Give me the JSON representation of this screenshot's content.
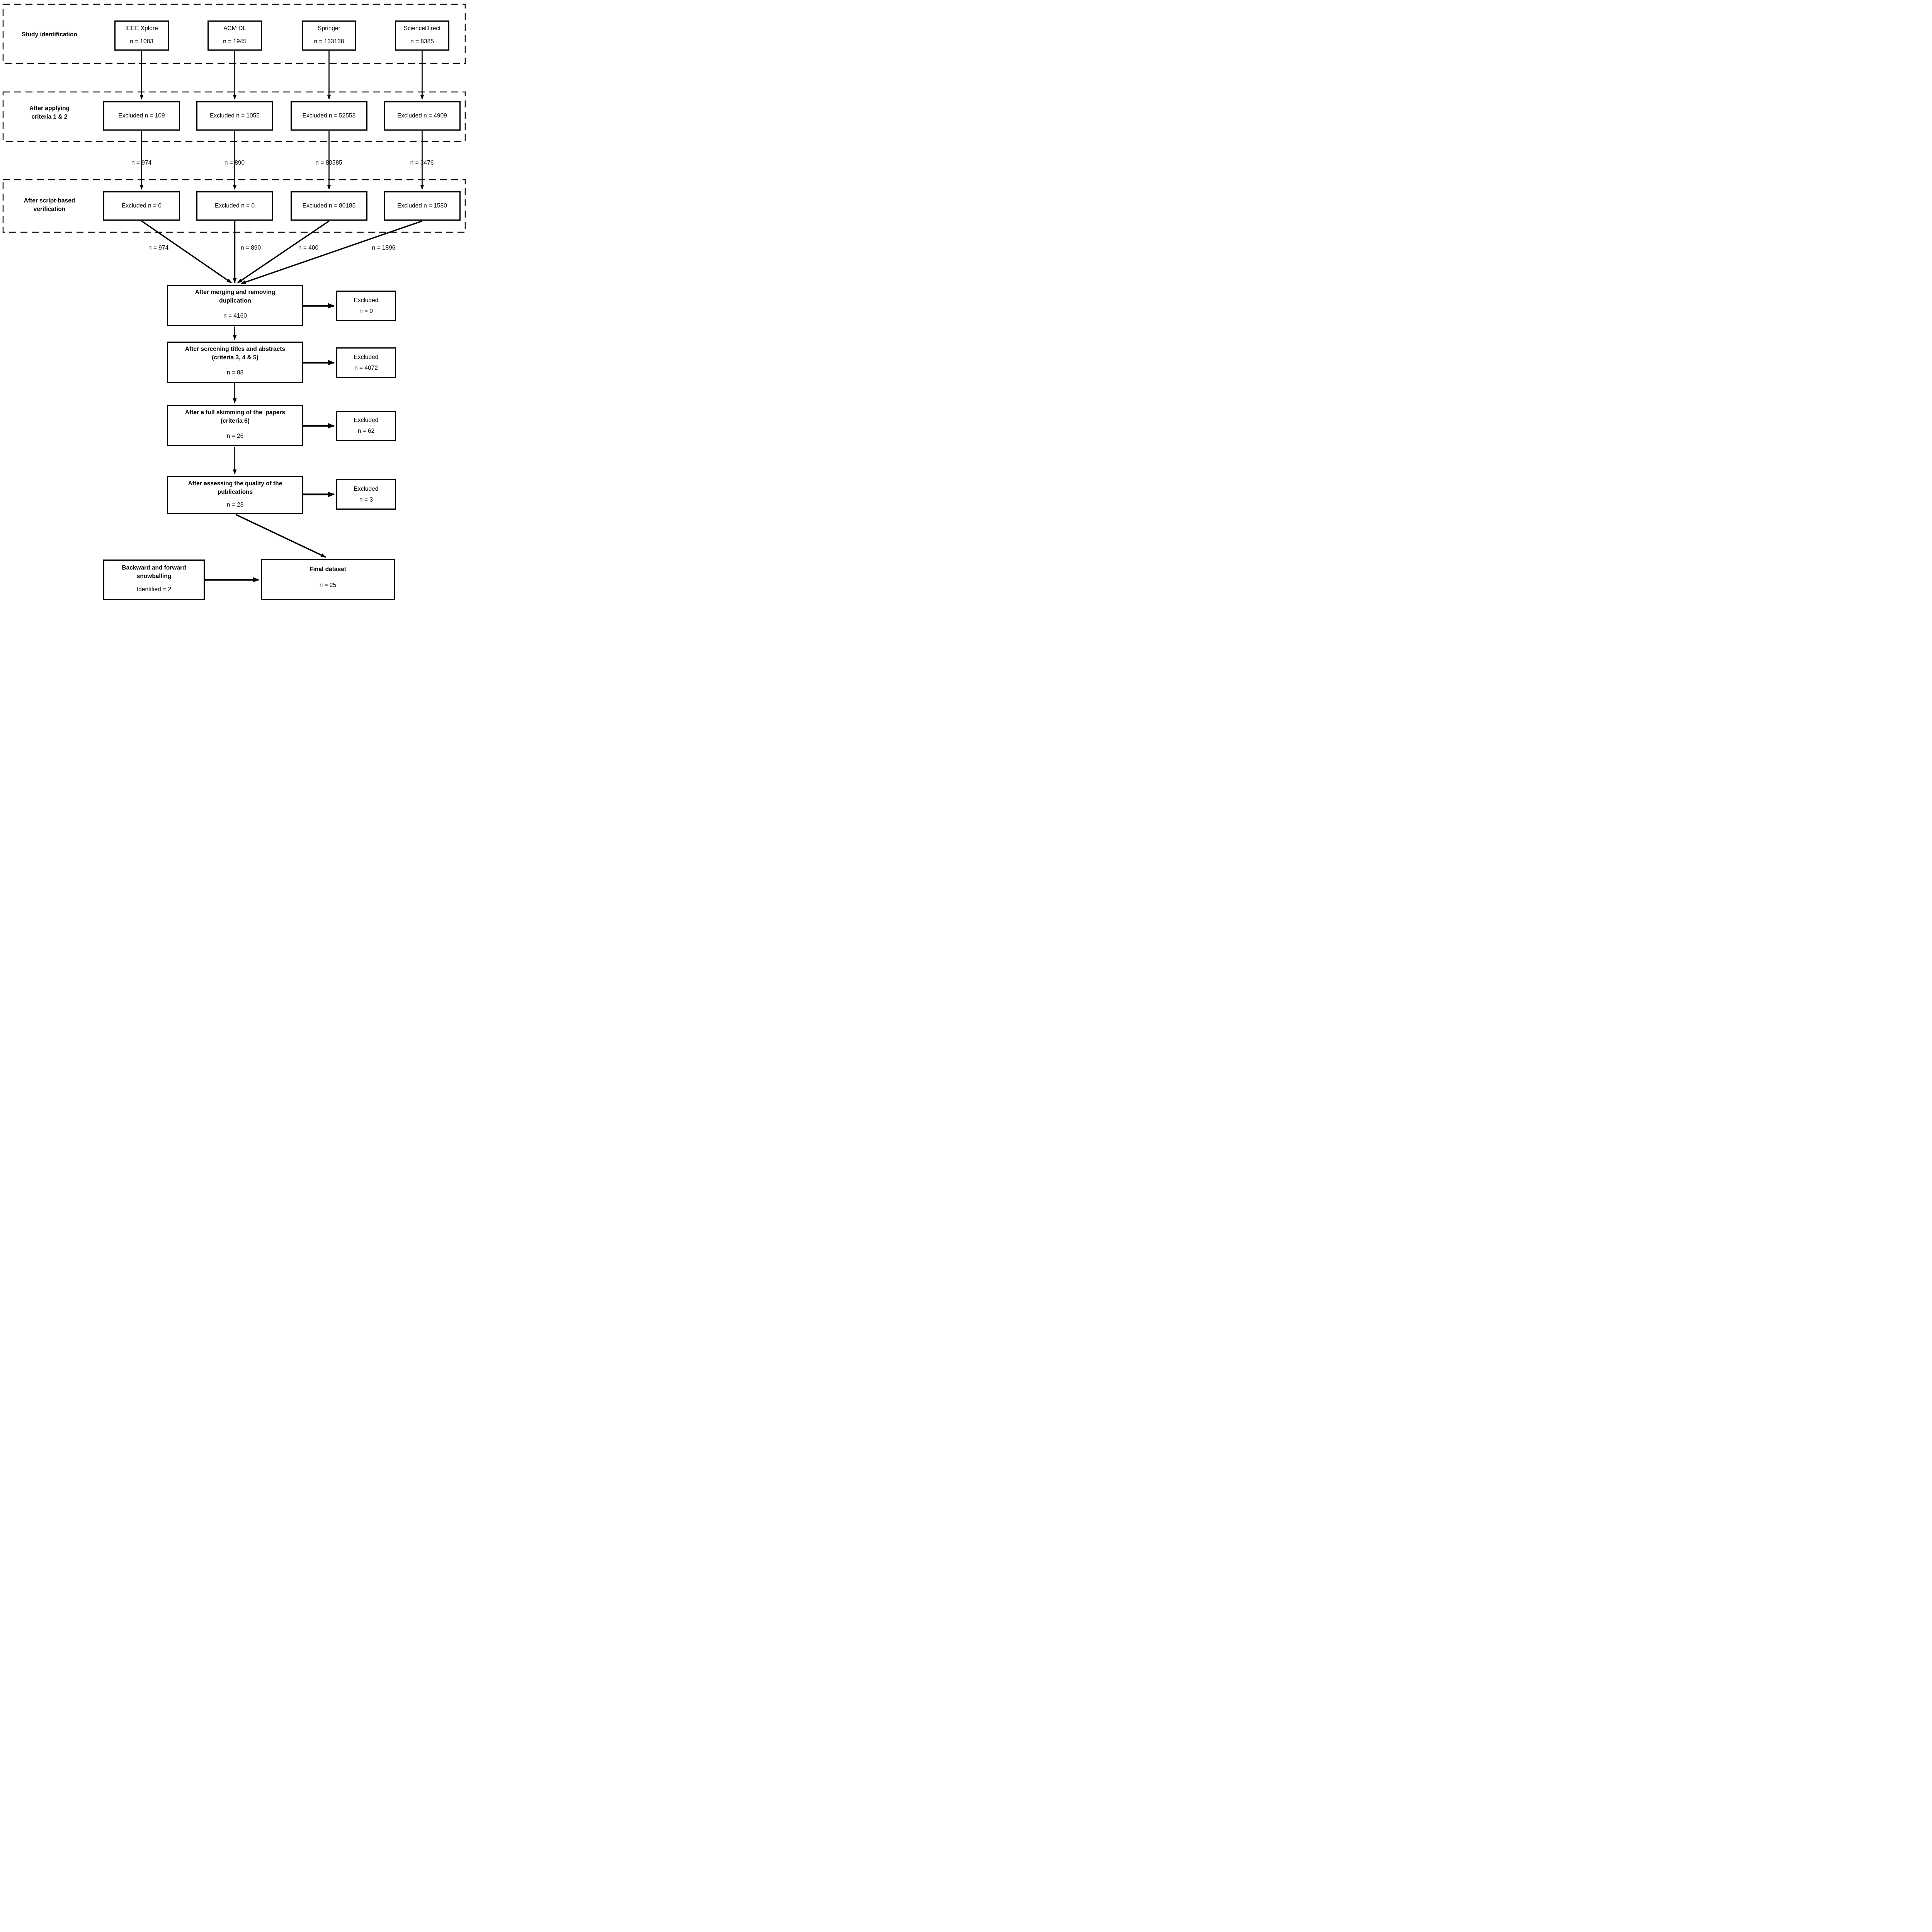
{
  "bands": [
    {
      "lines": [
        "Study identification"
      ]
    },
    {
      "lines": [
        "After applying",
        "criteria 1 & 2"
      ]
    },
    {
      "lines": [
        "After script-based",
        "verification"
      ]
    }
  ],
  "sources": [
    {
      "name": "IEEE Xplore",
      "n": "n = 1083",
      "excluded_criteria": "Excluded n = 109",
      "n_after_criteria": "n = 974",
      "excluded_script": "Excluded n = 0",
      "n_to_merge": "n = 974"
    },
    {
      "name": "ACM DL",
      "n": "n = 1945",
      "excluded_criteria": "Excluded n = 1055",
      "n_after_criteria": "n = 890",
      "excluded_script": "Excluded n = 0",
      "n_to_merge": "n = 890"
    },
    {
      "name": "Springer",
      "n": "n = 133138",
      "excluded_criteria": "Excluded n = 52553",
      "n_after_criteria": "n = 80585",
      "excluded_script": "Excluded n = 80185",
      "n_to_merge": "n = 400"
    },
    {
      "name": "ScienceDirect",
      "n": "n = 8385",
      "excluded_criteria": "Excluded n = 4909",
      "n_after_criteria": "n = 3476",
      "excluded_script": "Excluded n = 1580",
      "n_to_merge": "n = 1896"
    }
  ],
  "stages": [
    {
      "title_line1": "After merging and removing",
      "title_line2": "duplication",
      "n": "n = 4160",
      "excluded_line1": "Excluded",
      "excluded_line2": "n = 0"
    },
    {
      "title_line1": "After screening titles and abstracts",
      "title_line2": "(criteria 3, 4 & 5)",
      "n": "n = 88",
      "excluded_line1": "Excluded",
      "excluded_line2": "n = 4072"
    },
    {
      "title_line1": "After a full skimming of the  papers",
      "title_line2": "(criteria 6)",
      "n": "n = 26",
      "excluded_line1": "Excluded",
      "excluded_line2": "n = 62"
    },
    {
      "title_line1": "After assessing the quality of the",
      "title_line2": "publications",
      "n": "n = 23",
      "excluded_line1": "Excluded",
      "excluded_line2": "n = 3"
    }
  ],
  "snowballing": {
    "title_line1": "Backward and forward",
    "title_line2": "snowballing",
    "n": "Identified = 2"
  },
  "final": {
    "title": "Final dataset",
    "n": "n = 25"
  },
  "colors": {
    "stroke": "#000000",
    "background": "#ffffff"
  }
}
